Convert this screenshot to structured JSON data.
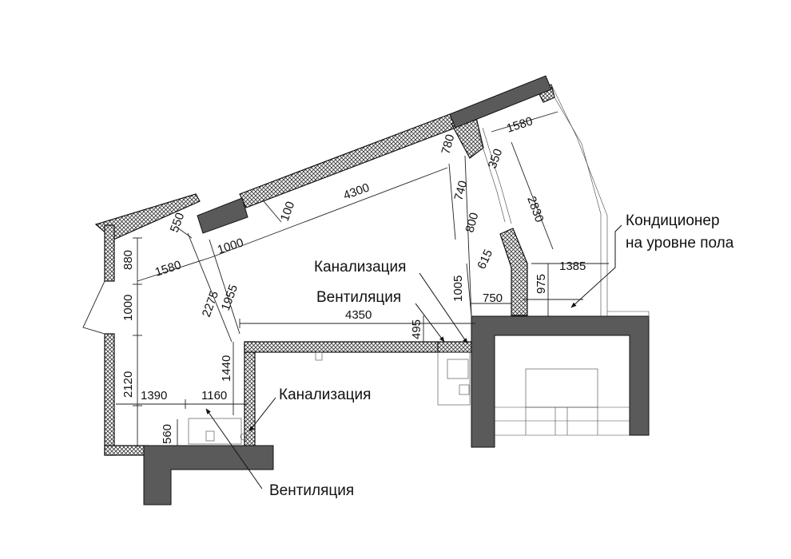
{
  "labels": {
    "sewer_top": "Канализация",
    "vent_top": "Вентиляция",
    "sewer_bottom": "Канализация",
    "vent_bottom": "Вентиляция",
    "ac_line1": "Кондиционер",
    "ac_line2": "на уровне пола"
  },
  "dimensions": {
    "d550": "550",
    "d880": "880",
    "d1000_left": "1000",
    "d2120": "2120",
    "d1580_left": "1580",
    "d1000_top": "1000",
    "d100": "100",
    "d4300": "4300",
    "d2275": "2275",
    "d1955": "1955",
    "d1440": "1440",
    "d1390": "1390",
    "d1160": "1160",
    "d560": "560",
    "d4350": "4350",
    "d495": "495",
    "d1005": "1005",
    "d750": "750",
    "d615": "615",
    "d800": "800",
    "d740": "740",
    "d780": "780",
    "d350": "350",
    "d1580_top": "1580",
    "d2830": "2830",
    "d1385": "1385",
    "d975": "975"
  }
}
